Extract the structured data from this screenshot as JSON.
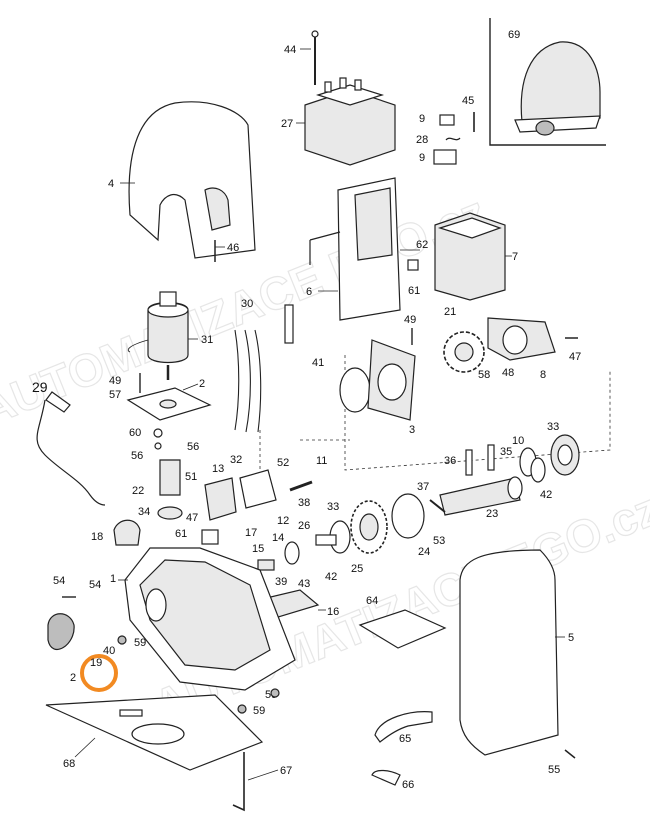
{
  "watermark": "AUTOMATIZACE EGO.cz",
  "highlight": {
    "label": "19",
    "color": "#f28a22"
  },
  "inset": {
    "label": "69"
  },
  "labels": {
    "l1": "1",
    "l2a": "2",
    "l2b": "2",
    "l3": "3",
    "l4": "4",
    "l5": "5",
    "l6": "6",
    "l7": "7",
    "l8": "8",
    "l9a": "9",
    "l9b": "9",
    "l10": "10",
    "l11": "11",
    "l12": "12",
    "l13": "13",
    "l14": "14",
    "l15": "15",
    "l16": "16",
    "l17": "17",
    "l18": "18",
    "l21": "21",
    "l22": "22",
    "l23": "23",
    "l24": "24",
    "l25": "25",
    "l26": "26",
    "l27": "27",
    "l28": "28",
    "l29": "29",
    "l30": "30",
    "l31": "31",
    "l32": "32",
    "l33a": "33",
    "l33b": "33",
    "l34": "34",
    "l35": "35",
    "l36": "36",
    "l37": "37",
    "l38": "38",
    "l39": "39",
    "l40": "40",
    "l41": "41",
    "l42a": "42",
    "l42b": "42",
    "l43": "43",
    "l44": "44",
    "l45": "45",
    "l46": "46",
    "l47a": "47",
    "l47b": "47",
    "l48": "48",
    "l49a": "49",
    "l49b": "49",
    "l51": "51",
    "l52": "52",
    "l53": "53",
    "l54a": "54",
    "l54b": "54",
    "l55": "55",
    "l56a": "56",
    "l56b": "56",
    "l57": "57",
    "l58": "58",
    "l59a": "59",
    "l59b": "59",
    "l59c": "59",
    "l60": "60",
    "l61a": "61",
    "l61b": "61",
    "l62": "62",
    "l64": "64",
    "l65": "65",
    "l66": "66",
    "l67": "67",
    "l68": "68"
  }
}
